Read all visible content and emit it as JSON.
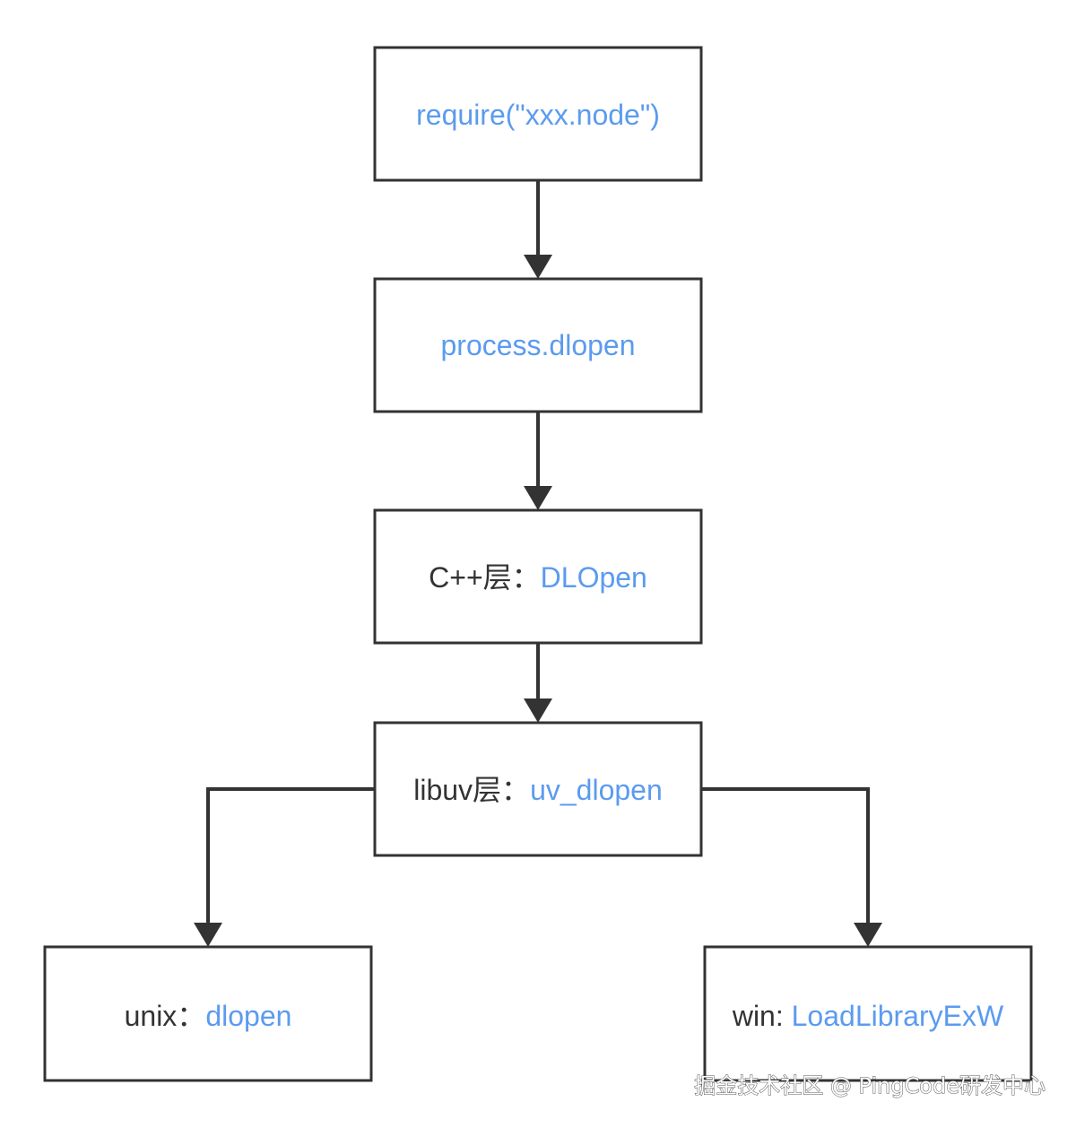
{
  "colors": {
    "box_border": "#333333",
    "text_dark": "#333333",
    "text_accent": "#5B9BF0",
    "background": "#ffffff"
  },
  "nodes": [
    {
      "id": "require",
      "prefix": "",
      "label": "require(\"xxx.node\")"
    },
    {
      "id": "process-dlopen",
      "prefix": "",
      "label": "process.dlopen"
    },
    {
      "id": "cpp-layer",
      "prefix": "C++层：",
      "label": "DLOpen"
    },
    {
      "id": "libuv-layer",
      "prefix": "libuv层：",
      "label": "uv_dlopen"
    },
    {
      "id": "unix",
      "prefix": "unix：",
      "label": "dlopen"
    },
    {
      "id": "win",
      "prefix": "win: ",
      "label": "LoadLibraryExW"
    }
  ],
  "edges": [
    {
      "from": "require",
      "to": "process-dlopen"
    },
    {
      "from": "process-dlopen",
      "to": "cpp-layer"
    },
    {
      "from": "cpp-layer",
      "to": "libuv-layer"
    },
    {
      "from": "libuv-layer",
      "to": "unix"
    },
    {
      "from": "libuv-layer",
      "to": "win"
    }
  ],
  "watermark": "掘金技术社区 @ PingCode研发中心"
}
